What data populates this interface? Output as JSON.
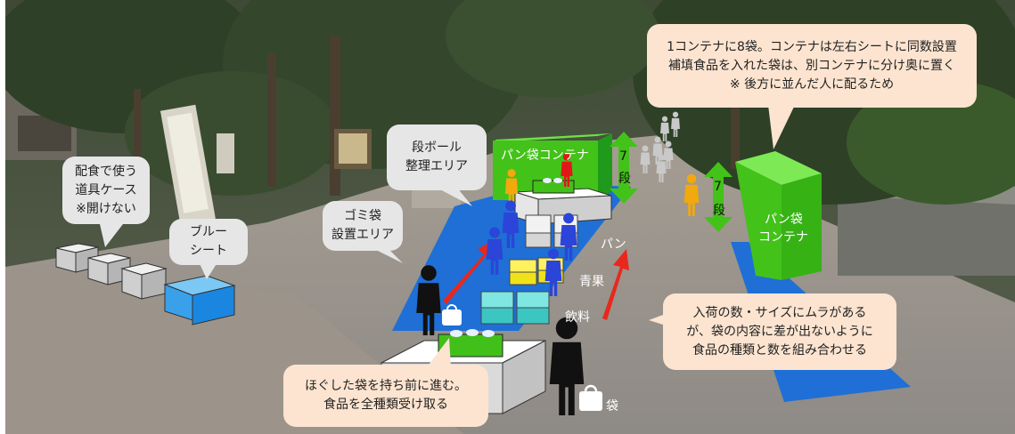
{
  "bubbles": {
    "tool_case": [
      "配食で使う",
      "道具ケース",
      "※開けない"
    ],
    "blue_sheet": [
      "ブルー",
      "シート"
    ],
    "cardboard_area": [
      "段ボール",
      "整理エリア"
    ],
    "trash_area": [
      "ゴミ袋",
      "設置エリア"
    ],
    "container_rule": [
      "1コンテナに8袋。コンテナは左右シートに同数設置",
      "補填食品を入れた袋は、別コンテナに分け奥に置く",
      "※ 後方に並んだ人に配るため"
    ],
    "arrival_note": [
      "入荷の数・サイズにムラがある",
      "が、袋の内容に差が出ないように",
      "食品の種類と数を組み合わせる"
    ],
    "loosen_note": [
      "ほぐした袋を持ち前に進む。",
      "食品を全種類受け取る"
    ]
  },
  "labels": {
    "bread_container_left": "パン袋コンテナ",
    "bread_container_right_1": "パン袋",
    "bread_container_right_2": "コンテナ",
    "tiers_number": "7",
    "tiers_unit": "段",
    "bread": "パン",
    "vegetables": "青果",
    "drinks": "飲料",
    "bag": "袋"
  },
  "colors": {
    "sheet_blue": "#1f6fd6",
    "container_green": "#43c21a",
    "dark_green": "#1f9a1a",
    "arrow_red": "#e8281c",
    "person_blue": "#2b45d8",
    "person_yellow": "#f1a90d",
    "person_red": "#e01818",
    "crate_cyan": "#3cc6c2",
    "crate_yellow": "#f0e21a",
    "bubble_gray": "#e6e6e6",
    "bubble_peach": "#fce4d0"
  }
}
